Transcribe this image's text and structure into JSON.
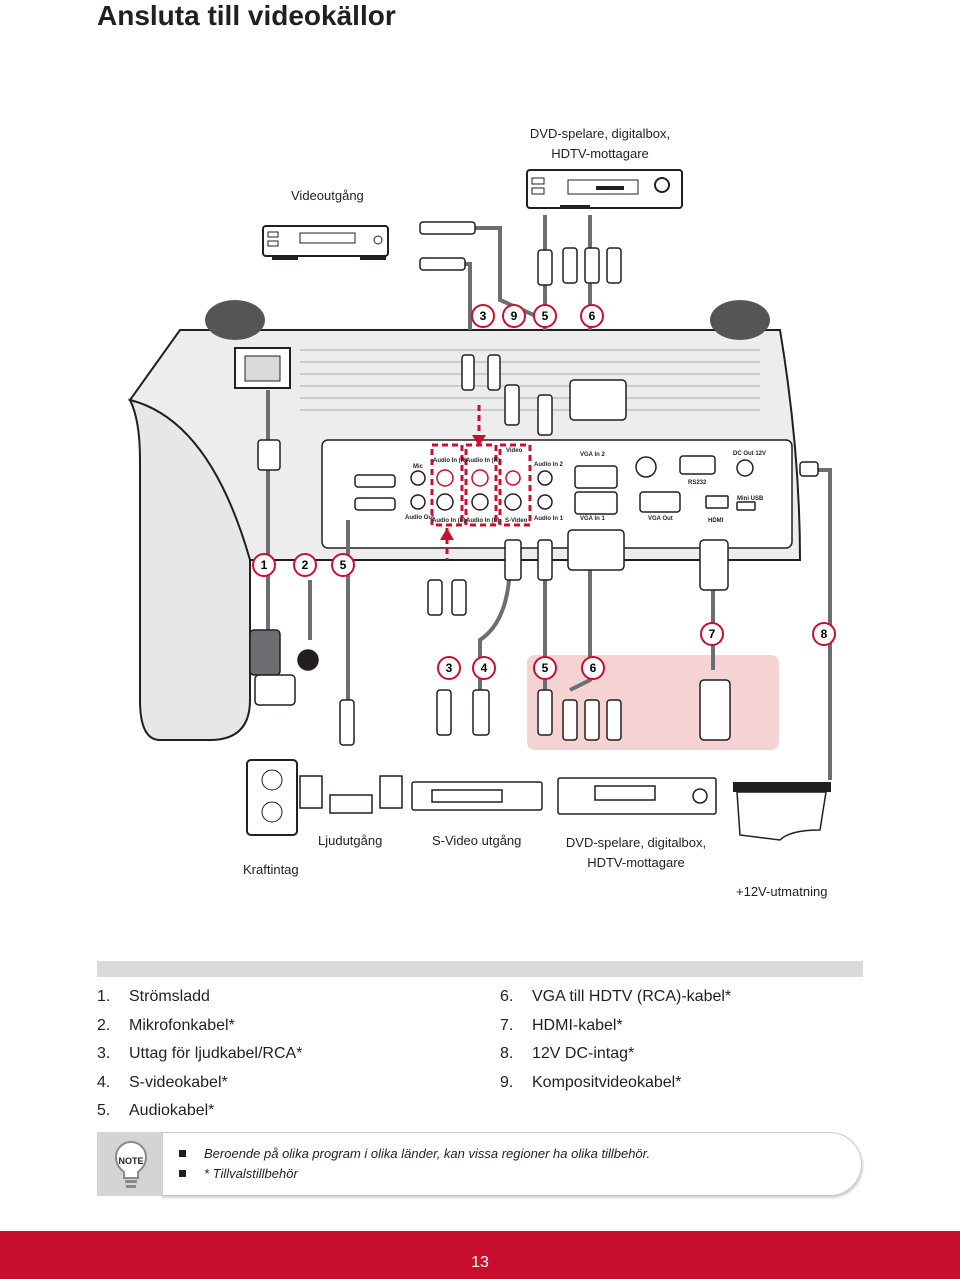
{
  "page": {
    "title": "Ansluta till videokällor",
    "page_number": "13"
  },
  "labels": {
    "dvd_top": [
      "DVD-spelare, digitalbox,",
      "HDTV-mottagare"
    ],
    "video_out": "Videoutgång",
    "power": "Kraftintag",
    "audio_out": "Ljudutgång",
    "svideo_out": "S-Video utgång",
    "dvd_bottom": [
      "DVD-spelare, digitalbox,",
      "HDTV-mottagare"
    ],
    "plus12v": "+12V-utmatning"
  },
  "ports": {
    "mic": "Mic",
    "audio_in_r": "Audio In (R)",
    "audio_in_r2": "Audio In (R)",
    "video": "Video",
    "audio_in_2": "Audio In 2",
    "vga_in_2": "VGA In 2",
    "rs232": "RS232",
    "dc_out": "DC Out 12V",
    "audio_out": "Audio Out",
    "audio_in_l": "Audio In (L)",
    "audio_in_l2": "Audio In (L)",
    "svideo": "S-Video",
    "audio_in_1": "Audio In 1",
    "vga_in_1": "VGA In 1",
    "vga_out": "VGA Out",
    "hdmi": "HDMI",
    "mini_usb": "Mini USB"
  },
  "badges": {
    "top": [
      "3",
      "9",
      "5",
      "6"
    ],
    "left": [
      "1",
      "2",
      "5"
    ],
    "right": [
      "7",
      "8"
    ],
    "bottom": [
      "3",
      "4",
      "5",
      "6"
    ]
  },
  "legend": {
    "left": [
      {
        "n": "1.",
        "t": "Strömsladd"
      },
      {
        "n": "2.",
        "t": "Mikrofonkabel*"
      },
      {
        "n": "3.",
        "t": "Uttag för ljudkabel/RCA*"
      },
      {
        "n": "4.",
        "t": "S-videokabel*"
      },
      {
        "n": "5.",
        "t": "Audiokabel*"
      }
    ],
    "right": [
      {
        "n": "6.",
        "t": "VGA till HDTV (RCA)-kabel*"
      },
      {
        "n": "7.",
        "t": "HDMI-kabel*"
      },
      {
        "n": "8.",
        "t": "12V DC-intag*"
      },
      {
        "n": "9.",
        "t": "Kompositvideokabel*"
      }
    ]
  },
  "note": {
    "icon_label": "NOTE",
    "lines": [
      "Beroende på olika program i olika länder, kan vissa regioner ha olika tillbehör.",
      "* Tillvalstillbehör"
    ]
  },
  "colors": {
    "accent": "#c8102e",
    "highlight": "#f6d3d3",
    "cable": "#6d6e71"
  }
}
